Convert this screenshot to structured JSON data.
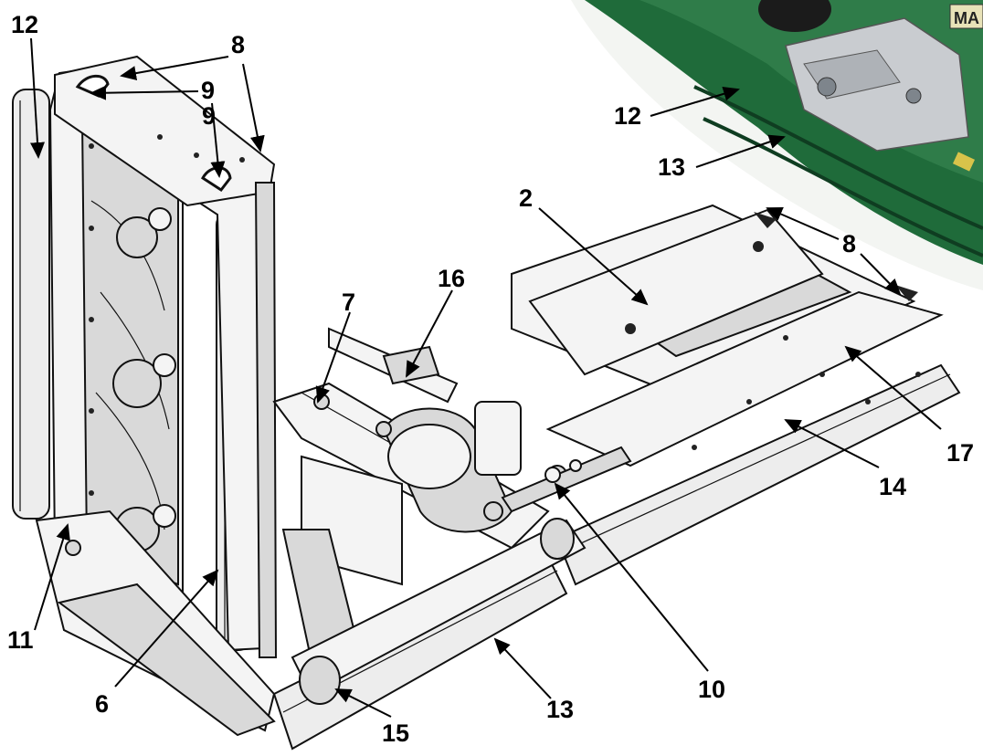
{
  "callouts": {
    "c12_top": "12",
    "c8_top": "8",
    "c9_a": "9",
    "c9_b": "9",
    "c12_photo": "12",
    "c13_photo": "13",
    "c2": "2",
    "c8_right": "8",
    "c16": "16",
    "c7": "7",
    "c17": "17",
    "c14": "14",
    "c11": "11",
    "c6": "6",
    "c13": "13",
    "c10": "10",
    "c15": "15"
  },
  "photo": {
    "plate_text": "MA"
  },
  "colors": {
    "deck_green": "#1f6b3a",
    "line": "#111111",
    "background": "#ffffff"
  }
}
